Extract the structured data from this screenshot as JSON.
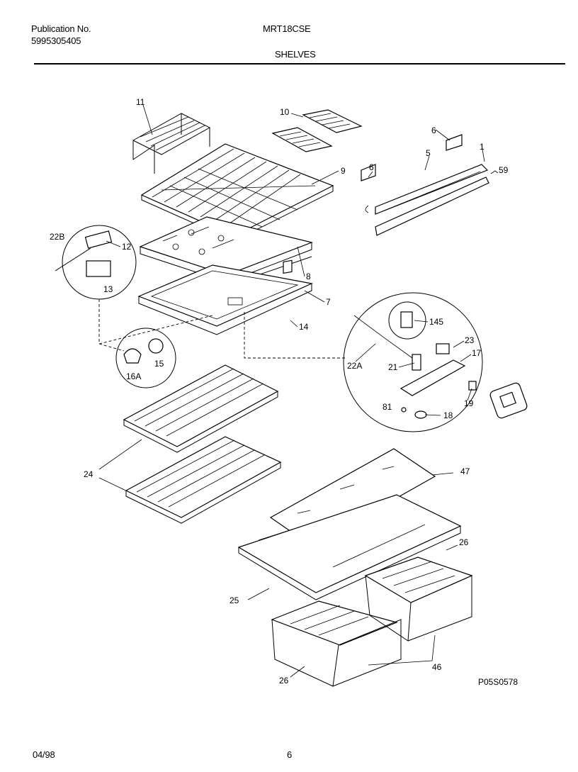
{
  "header": {
    "publication_label": "Publication No.",
    "publication_number": "5995305405",
    "model": "MRT18CSE",
    "section": "SHELVES"
  },
  "footer": {
    "date": "04/98",
    "page": "6",
    "drawing_number": "P05S0578"
  },
  "callouts": {
    "c11": "11",
    "c10": "10",
    "c6a": "6",
    "c6b": "6",
    "c5": "5",
    "c1": "1",
    "c59": "59",
    "c9": "9",
    "c22B": "22B",
    "c12": "12",
    "c13": "13",
    "c8": "8",
    "c7": "7",
    "c14": "14",
    "c145": "145",
    "c23": "23",
    "c17": "17",
    "c22A": "22A",
    "c21": "21",
    "c16A": "16A",
    "c15": "15",
    "c81": "81",
    "c18": "18",
    "c19": "19",
    "c47": "47",
    "c24": "24",
    "c26a": "26",
    "c25": "25",
    "c26b": "26",
    "c46": "46"
  }
}
